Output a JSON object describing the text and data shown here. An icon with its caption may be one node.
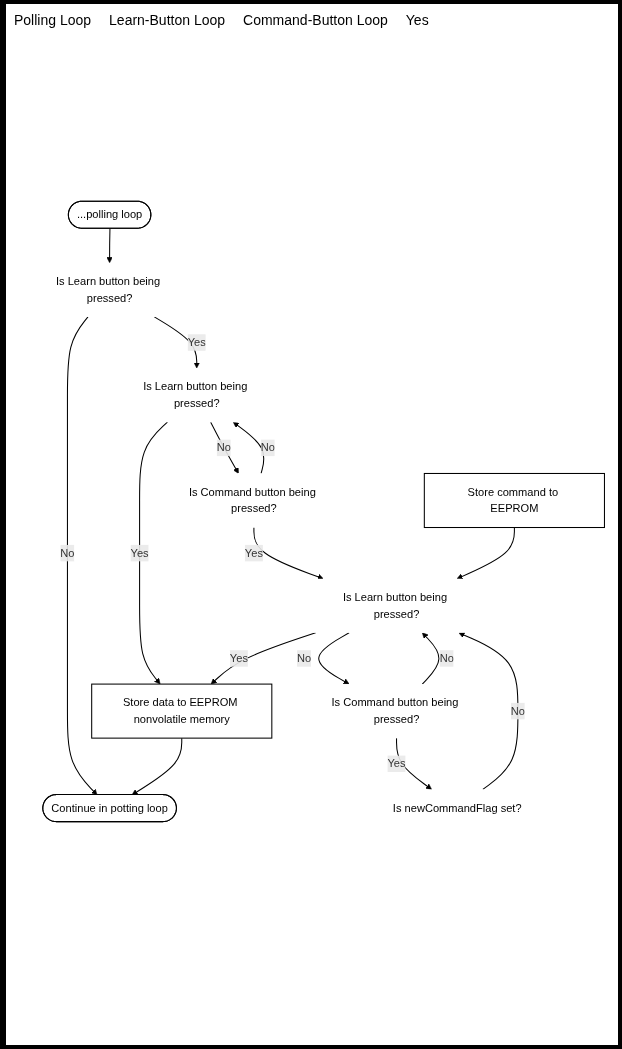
{
  "diagram": {
    "nodes": [
      {
        "text": [
          "...polling loop"
        ]
      },
      {
        "text": [
          "Is Learn button being pressed?"
        ]
      },
      {
        "text": [
          "Is Learn button being pressed?"
        ]
      },
      {
        "text": [
          "Is Command button being pressed?"
        ]
      },
      {
        "text": [
          "Is Learn button being pressed?"
        ]
      },
      {
        "text": [
          "Is Command button being pressed?"
        ]
      },
      {
        "text": [
          "Is newCommandFlag set?"
        ]
      },
      {
        "text": [
          "Store command to EEPROM"
        ]
      },
      {
        "text": [
          "Store data to EEPROM nonvolatile memory"
        ]
      },
      {
        "text": [
          "Continue in potting loop"
        ]
      }
    ],
    "edges": [
      {
        "from": 0,
        "to": 1,
        "arrow": "to"
      },
      {
        "from": 1,
        "to": 9,
        "label": "No",
        "arrow": "to"
      },
      {
        "from": 1,
        "to": 2,
        "label": "Yes",
        "arrow": "to"
      },
      {
        "from": 2,
        "to": 8,
        "label": "Yes",
        "arrow": "to"
      },
      {
        "from": 2,
        "to": 3,
        "label": "No",
        "arrow": "to"
      },
      {
        "from": 3,
        "to": 2,
        "label": "No",
        "arrow": "to"
      },
      {
        "from": 3,
        "to": 4,
        "label": "Yes",
        "arrow": "to"
      },
      {
        "from": 4,
        "to": 8,
        "label": "Yes",
        "arrow": "to"
      },
      {
        "from": 4,
        "to": 5,
        "label": "No",
        "arrow": "to"
      },
      {
        "from": 5,
        "to": 4,
        "label": "No",
        "arrow": "to"
      },
      {
        "from": 5,
        "to": 6,
        "label": "Yes",
        "arrow": "to"
      },
      {
        "from": 6,
        "to": 4,
        "label": "No",
        "arrow": "to"
      },
      {
        "from": 7,
        "to": 4,
        "arrow": "to"
      },
      {
        "from": 8,
        "to": 9,
        "arrow": "to"
      }
    ],
    "labels": [
      "Polling Loop",
      "Learn-Button Loop",
      "Command-Button Loop",
      "Yes"
    ]
  }
}
